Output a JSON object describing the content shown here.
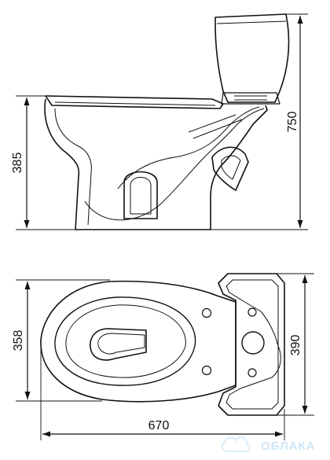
{
  "drawing": {
    "side_view": {
      "height_dimension": "750",
      "seat_height_dimension": "385"
    },
    "top_view": {
      "length_dimension": "670",
      "bowl_width_dimension": "358",
      "tank_width_dimension": "390"
    }
  },
  "watermark": {
    "text": "ОБЛАКА"
  },
  "colors": {
    "line": "#111111",
    "watermark": "#cfe6f5"
  }
}
